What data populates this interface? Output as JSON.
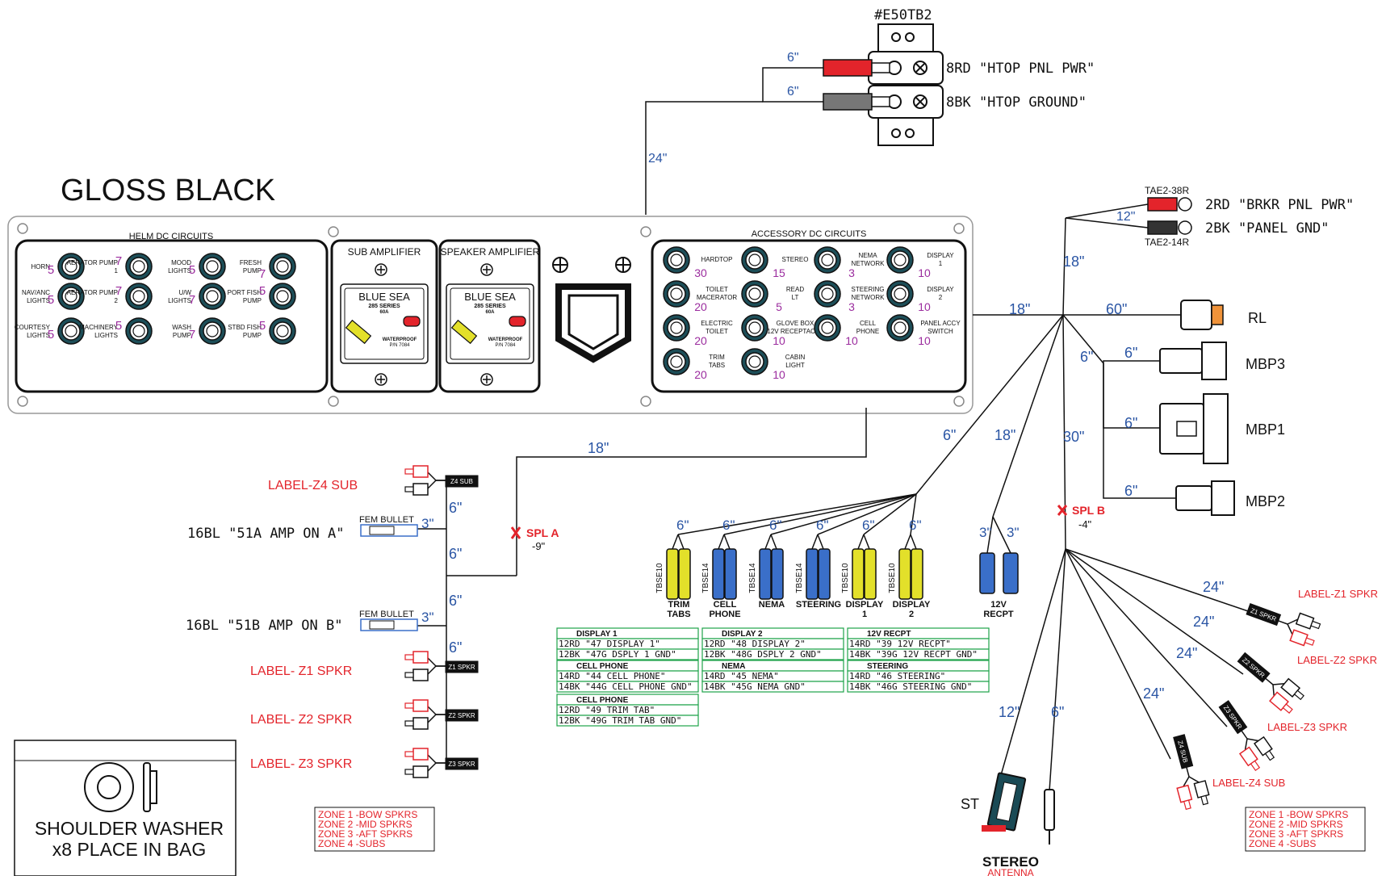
{
  "title": "GLOSS BLACK",
  "colors": {
    "blue": "#2a55a4",
    "red": "#e3242b",
    "purple": "#9b2c9e",
    "green": "#1fa34a",
    "yellow": "#e3e02a",
    "connector_blue": "#3a6fc9",
    "teal": "#1d4e58"
  },
  "terminal_block": {
    "part": "#E50TB2",
    "wire1": "8RD \"HTOP PNL PWR\"",
    "wire2": "8BK \"HTOP GROUND\"",
    "len1": "6\"",
    "len2": "6\""
  },
  "panel": {
    "helm_title": "HELM DC CIRCUITS",
    "sub_amp_title": "SUB AMPLIFIER",
    "spk_amp_title": "SPEAKER AMPLIFIER",
    "accessory_title": "ACCESSORY DC CIRCUITS",
    "breaker_brand": "BLUE SEA",
    "breaker_series": "285 SERIES",
    "breaker_rating": "60A",
    "breaker_wp": "WATERPROOF",
    "breaker_pn": "P/N 7084",
    "helm_switches": [
      {
        "label": "HORN",
        "amp": "5"
      },
      {
        "label": "AERATOR PUMP 1",
        "amp": "7"
      },
      {
        "label": "MOOD LIGHTS",
        "amp": "5"
      },
      {
        "label": "FRESH PUMP",
        "amp": "7"
      },
      {
        "label": "NAV/ANC LIGHTS",
        "amp": "5"
      },
      {
        "label": "AERATOR PUMP 2",
        "amp": "7"
      },
      {
        "label": "U/W LIGHTS",
        "amp": "7"
      },
      {
        "label": "PORT FISH PUMP",
        "amp": "5"
      },
      {
        "label": "COURTESY LIGHTS",
        "amp": "5"
      },
      {
        "label": "MACHINERY LIGHTS",
        "amp": "5"
      },
      {
        "label": "WASH PUMP",
        "amp": "7"
      },
      {
        "label": "STBD FISH PUMP",
        "amp": "5"
      }
    ],
    "accessory_switches": [
      {
        "label": "HARDTOP",
        "amp": "30"
      },
      {
        "label": "STEREO",
        "amp": "15"
      },
      {
        "label": "NEMA NETWORK",
        "amp": "3"
      },
      {
        "label": "DISPLAY 1",
        "amp": "10"
      },
      {
        "label": "TOILET MACERATOR",
        "amp": "20"
      },
      {
        "label": "READ LT",
        "amp": "5"
      },
      {
        "label": "STEERING NETWORK",
        "amp": "3"
      },
      {
        "label": "DISPLAY 2",
        "amp": "10"
      },
      {
        "label": "ELECTRIC TOILET",
        "amp": "20"
      },
      {
        "label": "GLOVE BOX 12V RECEPTACLE",
        "amp": "10"
      },
      {
        "label": "CELL PHONE",
        "amp": "10"
      },
      {
        "label": "PANEL ACCY SWITCH",
        "amp": "10"
      },
      {
        "label": "TRIM TABS",
        "amp": "20"
      },
      {
        "label": "CABIN LIGHT",
        "amp": "10"
      }
    ]
  },
  "lengths": {
    "l24": "24\"",
    "l18a": "18\"",
    "l18b": "18\"",
    "l18c": "18\"",
    "l12": "12\"",
    "l60": "60\"",
    "l6a": "6\"",
    "l6b": "6\"",
    "l6c": "6\"",
    "l6d": "6\"",
    "l30": "30\"",
    "l18d": "18\"",
    "l6e": "6\"",
    "l12b": "12\"",
    "l6f": "6\""
  },
  "right_connectors": {
    "tae_r": "TAE2-38R",
    "tae_k": "TAE2-14R",
    "brkr_pwr": "2RD \"BRKR PNL PWR\"",
    "panel_gnd": "2BK \"PANEL GND\"",
    "rl": "RL",
    "mbp3": "MBP3",
    "mbp1": "MBP1",
    "mbp2": "MBP2"
  },
  "splices": {
    "a_label": "SPL A",
    "a_pos": "-9\"",
    "b_label": "SPL B",
    "b_pos": "-4\""
  },
  "left_harness": {
    "z4sub": "LABEL-Z4 SUB",
    "z4tag": "Z4 SUB",
    "fem_bullet1": "FEM BULLET",
    "fem_bullet2": "FEM BULLET",
    "amp_a": "16BL \"51A AMP ON A\"",
    "amp_b": "16BL \"51B AMP ON B\"",
    "len3a": "3\"",
    "len3b": "3\"",
    "len6a": "6\"",
    "len6b": "6\"",
    "len6c": "6\"",
    "len6d": "6\"",
    "z1": "LABEL- Z1 SPKR",
    "z2": "LABEL- Z2 SPKR",
    "z3": "LABEL- Z3 SPKR",
    "z1tag": "Z1 SPKR",
    "z2tag": "Z2 SPKR",
    "z3tag": "Z3 SPKR"
  },
  "right_harness": {
    "z1": "LABEL-Z1 SPKR",
    "z2": "LABEL-Z2 SPKR",
    "z3": "LABEL-Z3 SPKR",
    "z4": "LABEL-Z4 SUB",
    "z1tag": "Z1 SPKR",
    "z2tag": "Z2 SPKR",
    "z3tag": "Z3 SPKR",
    "z4tag": "Z4 SUB",
    "len1": "24\"",
    "len2": "24\"",
    "len3": "24\"",
    "len4": "24\""
  },
  "bottom_connectors": {
    "groups": [
      {
        "part": "TBSE10",
        "label1": "TRIM",
        "label2": "TABS",
        "len": "6\"",
        "color": "yellow"
      },
      {
        "part": "TBSE14",
        "label1": "CELL",
        "label2": "PHONE",
        "len": "6\"",
        "color": "blue"
      },
      {
        "part": "TBSE14",
        "label1": "NEMA",
        "label2": "",
        "len": "6\"",
        "color": "blue"
      },
      {
        "part": "TBSE14",
        "label1": "STEERING",
        "label2": "",
        "len": "6\"",
        "color": "blue"
      },
      {
        "part": "TBSE10",
        "label1": "DISPLAY",
        "label2": "1",
        "len": "6\"",
        "color": "yellow"
      },
      {
        "part": "TBSE10",
        "label1": "DISPLAY",
        "label2": "2",
        "len": "6\"",
        "color": "yellow"
      }
    ],
    "recept_label1": "12V",
    "recept_label2": "RECPT",
    "recept_len1": "3\"",
    "recept_len2": "3\""
  },
  "wire_tables": [
    {
      "title": "DISPLAY 1",
      "r1": "12RD \"47 DISPLAY 1\"",
      "r2": "12BK \"47G DSPLY 1 GND\""
    },
    {
      "title": "DISPLAY 2",
      "r1": "12RD \"48 DISPLAY 2\"",
      "r2": "12BK \"48G DSPLY 2 GND\""
    },
    {
      "title": "12V RECPT",
      "r1": "14RD \"39 12V RECPT\"",
      "r2": "14BK \"39G 12V RECPT GND\""
    },
    {
      "title": "CELL PHONE",
      "r1": "14RD \"44 CELL PHONE\"",
      "r2": "14BK \"44G CELL PHONE GND\""
    },
    {
      "title": "NEMA",
      "r1": "14RD \"45 NEMA\"",
      "r2": "14BK \"45G NEMA GND\""
    },
    {
      "title": "STEERING",
      "r1": "14RD \"46 STEERING\"",
      "r2": "14BK \"46G STEERING GND\""
    },
    {
      "title": "CELL PHONE",
      "r1": "12RD \"49 TRIM TAB\"",
      "r2": "12BK \"49G TRIM TAB GND\""
    }
  ],
  "stereo": {
    "st": "ST",
    "label": "STEREO",
    "sub": "ANTENNA"
  },
  "zone_legend": [
    "ZONE 1 -BOW SPKRS",
    "ZONE 2 -MID SPKRS",
    "ZONE 3 -AFT SPKRS",
    "ZONE 4 -SUBS"
  ],
  "washer": {
    "line1": "SHOULDER WASHER",
    "line2": "x8 PLACE IN BAG"
  }
}
